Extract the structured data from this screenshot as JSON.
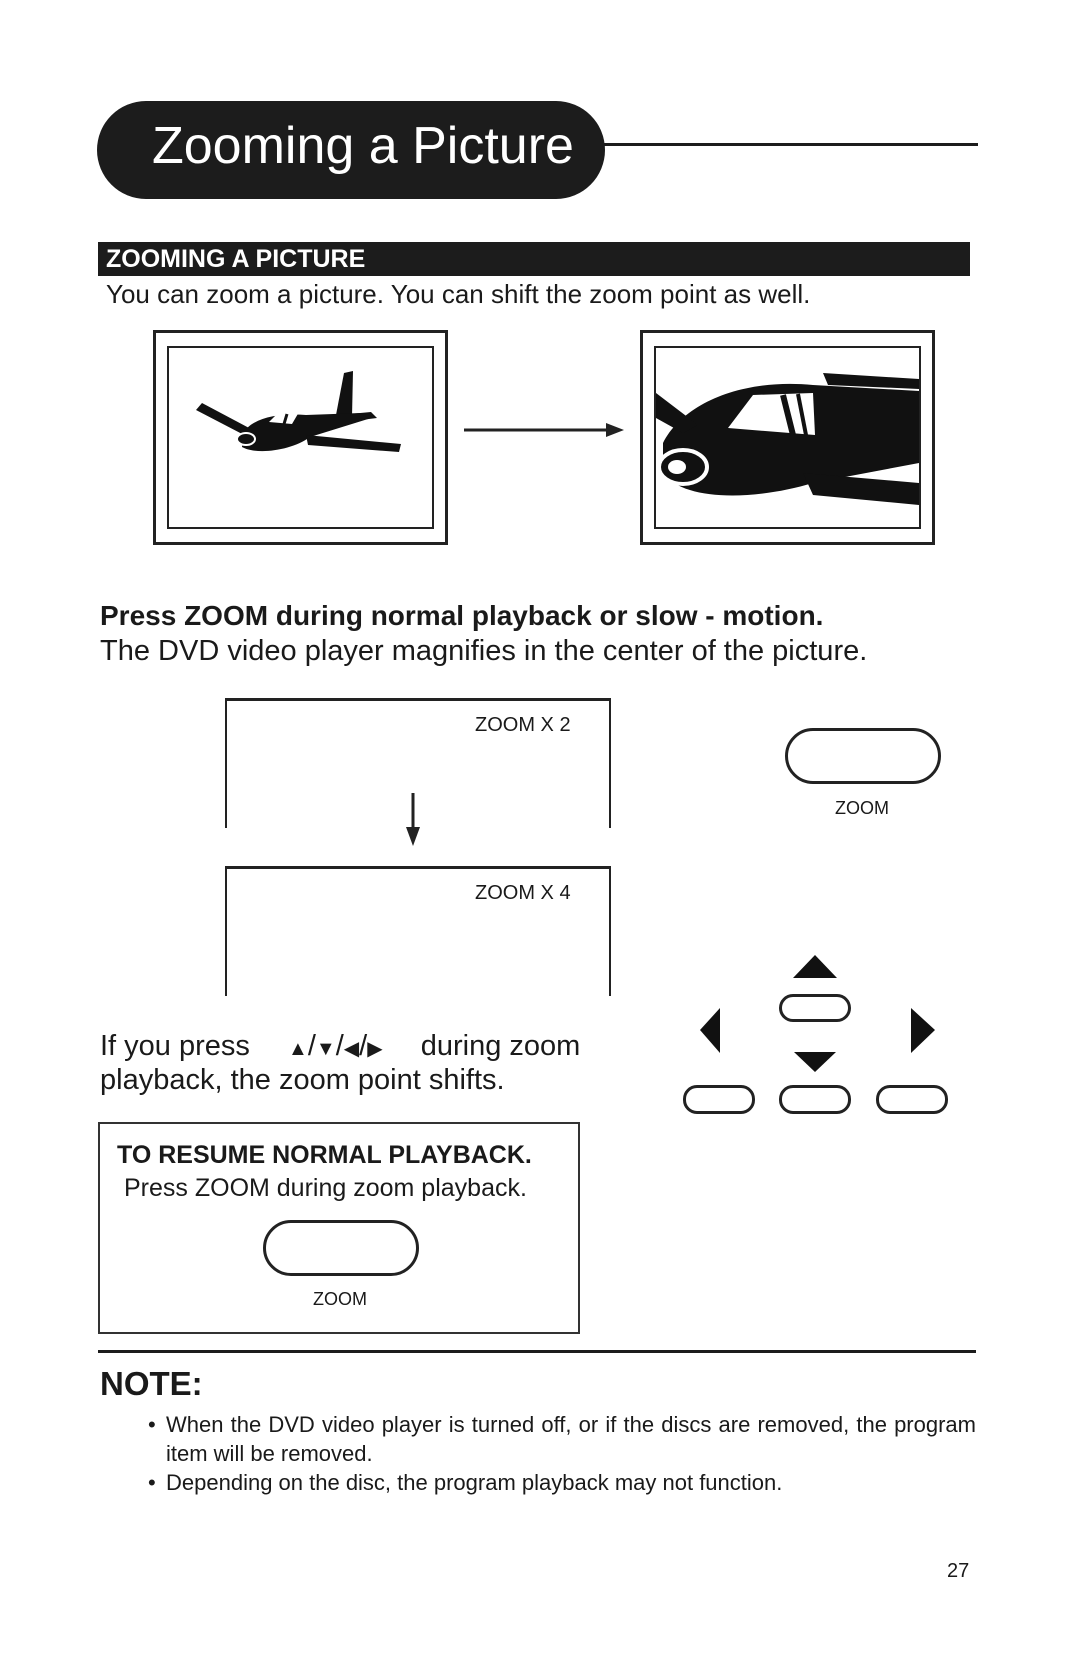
{
  "page_title": "Zooming a Picture",
  "section_heading": "ZOOMING A PICTURE",
  "intro_text": "You can zoom a picture.  You can shift the zoom point as well.",
  "instruction_bold": "Press ZOOM during normal playback or slow - motion.",
  "instruction_text": "The DVD video player magnifies in the center of the picture.",
  "zoom_levels": [
    "ZOOM X 2",
    "ZOOM X 4"
  ],
  "zoom_button_label": "ZOOM",
  "arrows_text": {
    "before": "If you press",
    "arrows": [
      "▲",
      "▼",
      "◀",
      "▶"
    ],
    "after": "during zoom",
    "line2": "playback, the zoom point shifts."
  },
  "resume": {
    "title": "TO RESUME NORMAL PLAYBACK.",
    "text": "Press ZOOM during zoom playback.",
    "button_label": "ZOOM"
  },
  "note": {
    "title": "NOTE:",
    "items": [
      "When the DVD video player is turned off, or if the discs are removed, the program item will be removed.",
      "Depending on the disc, the program playback may not function."
    ]
  },
  "page_number": "27"
}
